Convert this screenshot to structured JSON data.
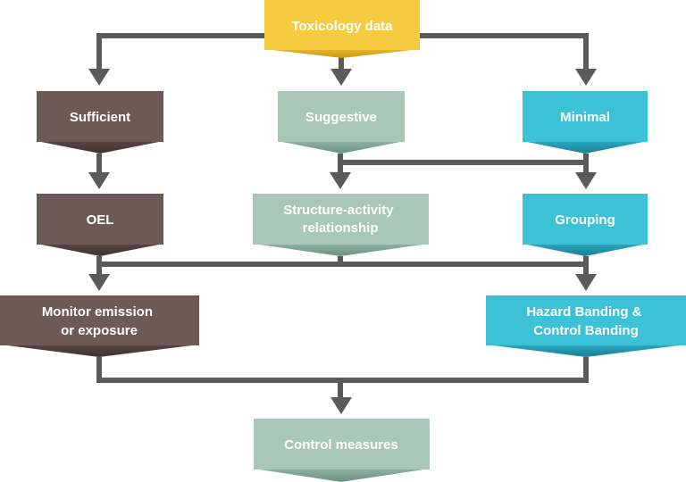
{
  "nodes": {
    "toxicology": {
      "lines": [
        "Toxicology data"
      ]
    },
    "sufficient": {
      "lines": [
        "Sufficient"
      ]
    },
    "suggestive": {
      "lines": [
        "Suggestive"
      ]
    },
    "minimal": {
      "lines": [
        "Minimal"
      ]
    },
    "oel": {
      "lines": [
        "OEL"
      ]
    },
    "sar": {
      "lines": [
        "Structure-activity",
        "relationship"
      ]
    },
    "grouping": {
      "lines": [
        "Grouping"
      ]
    },
    "monitor": {
      "lines": [
        "Monitor emission",
        "or exposure"
      ]
    },
    "hazard": {
      "lines": [
        "Hazard Banding &",
        "Control Banding"
      ]
    },
    "control": {
      "lines": [
        "Control measures"
      ]
    }
  },
  "colors": {
    "yellow": "#F6CB3F",
    "brown": "#6E5A55",
    "sage": "#A8C7B7",
    "cyan": "#3CC1D7",
    "connector": "#5A5A5A"
  }
}
